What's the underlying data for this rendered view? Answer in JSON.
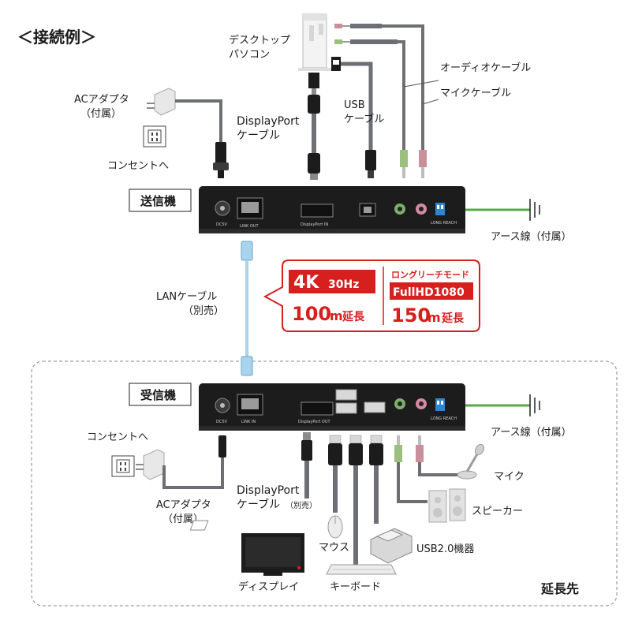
{
  "title": "＜接続例＞",
  "transmitter": {
    "label": "送信機",
    "ports": [
      "DC5V",
      "LINK OUT",
      "DisplayPort IN",
      "LONG REACH"
    ]
  },
  "receiver": {
    "label": "受信機",
    "ports": [
      "DC5V",
      "LINK IN",
      "DisplayPort OUT",
      "LONG REACH"
    ]
  },
  "labels": {
    "desktop_pc_1": "デスクトップ",
    "desktop_pc_2": "パソコン",
    "audio_cable": "オーディオケーブル",
    "mic_cable": "マイクケーブル",
    "ac_adapter_top_1": "ACアダプタ",
    "ac_adapter_top_2": "（付属）",
    "outlet_top": "コンセントへ",
    "dp_cable_top_1": "DisplayPort",
    "dp_cable_top_2": "ケーブル",
    "usb_cable_1": "USB",
    "usb_cable_2": "ケーブル",
    "ground_top": "アース線（付属）",
    "lan_cable_1": "LANケーブル",
    "lan_cable_2": "（別売）",
    "ground_bottom": "アース線（付属）",
    "outlet_bottom": "コンセントへ",
    "ac_adapter_bottom_1": "ACアダプタ",
    "ac_adapter_bottom_2": "（付属）",
    "dp_cable_bottom_1": "DisplayPort",
    "dp_cable_bottom_2": "ケーブル",
    "dp_cable_bottom_3": "（別売）",
    "mic": "マイク",
    "speaker": "スピーカー",
    "usb_device": "USB2.0機器",
    "mouse": "マウス",
    "display": "ディスプレイ",
    "keyboard": "キーボード",
    "extension_side": "延長先"
  },
  "callout": {
    "left_big": "4K",
    "left_small": "30Hz",
    "left_distance": "100",
    "left_unit": "m",
    "left_suffix": "延長",
    "right_header": "ロングリーチモード",
    "right_badge": "FullHD1080",
    "right_distance": "150",
    "right_unit": "m",
    "right_suffix": "延長"
  },
  "colors": {
    "accent_red": "#d7201e",
    "lan_blue": "#a8d4ee",
    "ground_green": "#5aa84a",
    "cable_gray": "#6d6f74",
    "device_black": "#1c1c1c"
  }
}
